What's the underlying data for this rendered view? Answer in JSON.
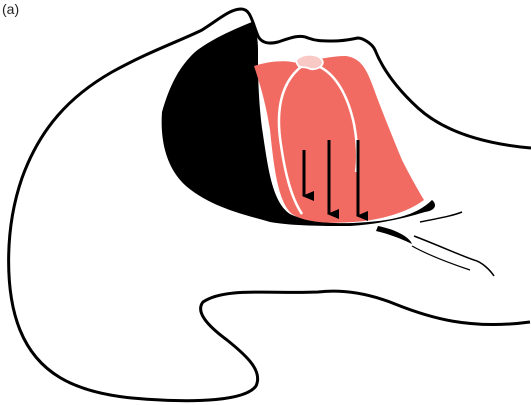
{
  "figure": {
    "panel_label": "(a)",
    "colors": {
      "outline": "#000000",
      "skin": "#ffffff",
      "tissue": "#f26b63",
      "airway": "#000000",
      "arrows": "#000000"
    },
    "icons": [
      "head-profile",
      "soft-palate",
      "tongue",
      "downward-arrow"
    ]
  }
}
